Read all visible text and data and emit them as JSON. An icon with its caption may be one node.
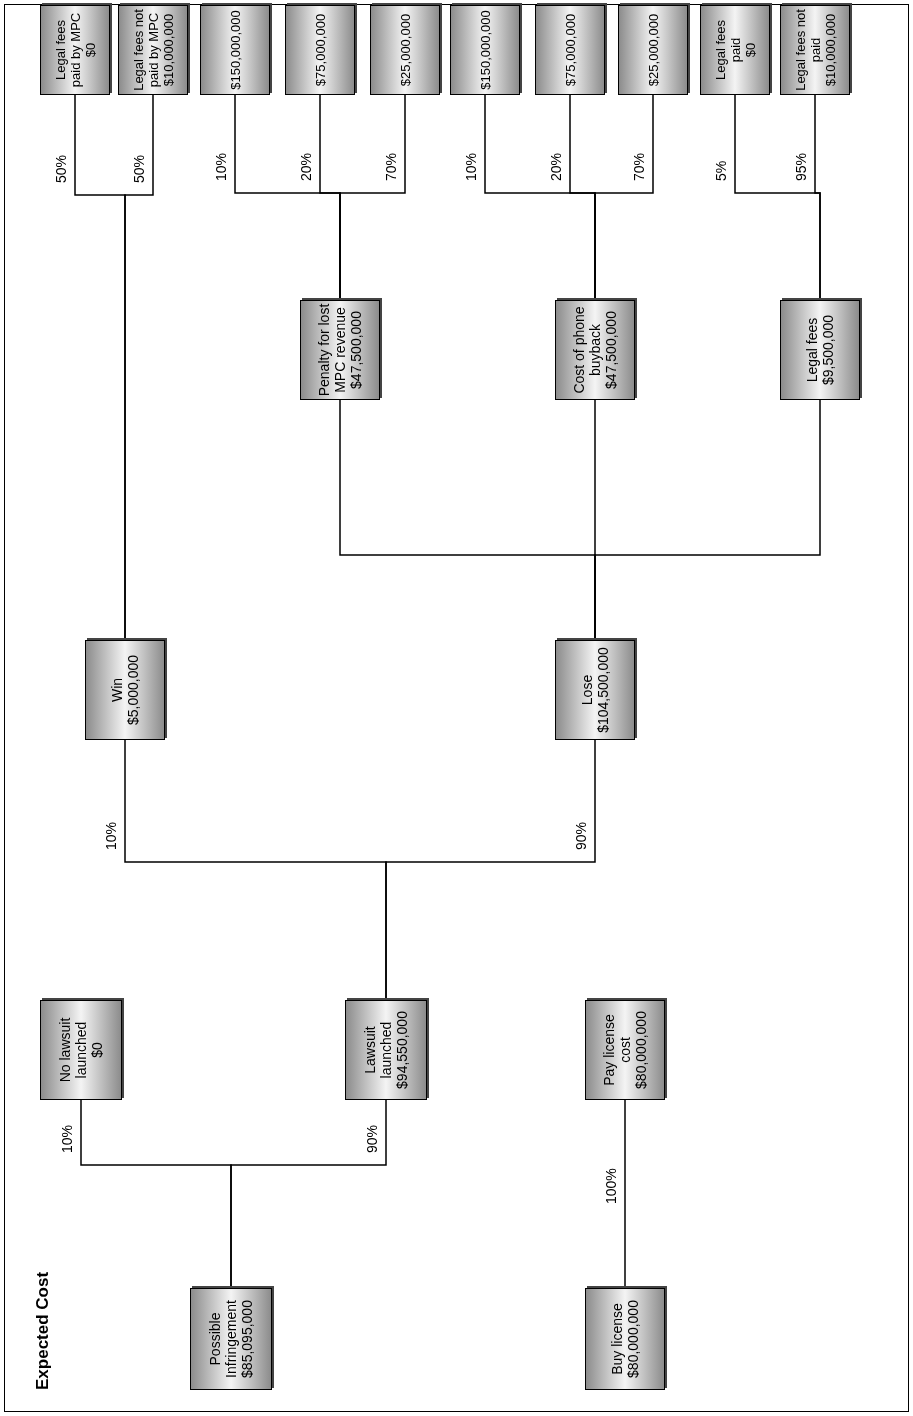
{
  "diagram": {
    "title": "Expected Cost",
    "nodes": [
      {
        "text": [
          "Possible Infringement",
          "$85,095,000"
        ]
      },
      {
        "text": [
          "No lawsuit launched",
          "$0"
        ]
      },
      {
        "text": [
          "Lawsuit launched",
          "$94,550,000"
        ]
      },
      {
        "text": [
          "Buy license",
          "$80,000,000"
        ]
      },
      {
        "text": [
          "Pay license cost",
          "$80,000,000"
        ]
      },
      {
        "text": [
          "Win",
          "$5,000,000"
        ]
      },
      {
        "text": [
          "Lose",
          "$104,500,000"
        ]
      },
      {
        "text": [
          "Penalty for lost MPC revenue",
          "$47,500,000"
        ]
      },
      {
        "text": [
          "Cost of phone buyback",
          "$47,500,000"
        ]
      },
      {
        "text": [
          "Legal fees",
          "$9,500,000"
        ]
      },
      {
        "text": [
          "Legal fees paid by MPC",
          "$0"
        ]
      },
      {
        "text": [
          "Legal fees not paid by MPC",
          "$10,000,000"
        ]
      },
      {
        "text": [
          "$150,000,000"
        ]
      },
      {
        "text": [
          "$75,000,000"
        ]
      },
      {
        "text": [
          "$25,000,000"
        ]
      },
      {
        "text": [
          "$150,000,000"
        ]
      },
      {
        "text": [
          "$75,000,000"
        ]
      },
      {
        "text": [
          "$25,000,000"
        ]
      },
      {
        "text": [
          "Legal fees paid",
          "$0"
        ]
      },
      {
        "text": [
          "Legal fees not paid",
          "$10,000,000"
        ]
      }
    ],
    "edges": [
      {
        "from": 0,
        "to": 1,
        "arrow": "none",
        "label": "10%"
      },
      {
        "from": 0,
        "to": 2,
        "arrow": "none",
        "label": "90%"
      },
      {
        "from": 3,
        "to": 4,
        "arrow": "none",
        "label": "100%"
      },
      {
        "from": 2,
        "to": 5,
        "arrow": "none",
        "label": "10%"
      },
      {
        "from": 2,
        "to": 6,
        "arrow": "none",
        "label": "90%"
      },
      {
        "from": 5,
        "to": 10,
        "arrow": "none",
        "label": "50%"
      },
      {
        "from": 5,
        "to": 11,
        "arrow": "none",
        "label": "50%"
      },
      {
        "from": 6,
        "to": 7,
        "arrow": "none"
      },
      {
        "from": 6,
        "to": 8,
        "arrow": "none"
      },
      {
        "from": 6,
        "to": 9,
        "arrow": "none"
      },
      {
        "from": 7,
        "to": 12,
        "arrow": "none",
        "label": "10%"
      },
      {
        "from": 7,
        "to": 13,
        "arrow": "none",
        "label": "20%"
      },
      {
        "from": 7,
        "to": 14,
        "arrow": "none",
        "label": "70%"
      },
      {
        "from": 8,
        "to": 15,
        "arrow": "none",
        "label": "10%"
      },
      {
        "from": 8,
        "to": 16,
        "arrow": "none",
        "label": "20%"
      },
      {
        "from": 8,
        "to": 17,
        "arrow": "none",
        "label": "70%"
      },
      {
        "from": 9,
        "to": 18,
        "arrow": "none",
        "label": "5%"
      },
      {
        "from": 9,
        "to": 19,
        "arrow": "none",
        "label": "95%"
      }
    ]
  }
}
